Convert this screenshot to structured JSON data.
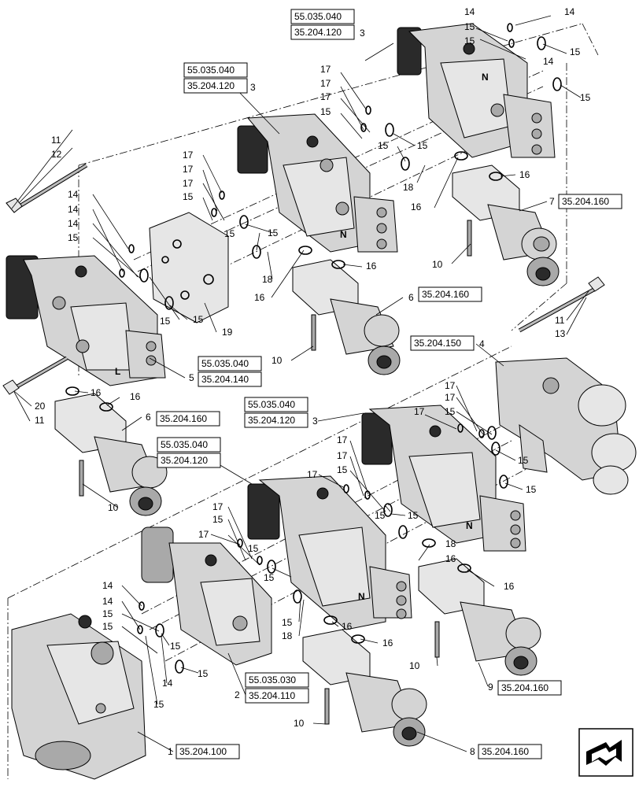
{
  "callouts": {
    "n1": "1",
    "n2": "2",
    "n3": "3",
    "n4": "4",
    "n5": "5",
    "n6": "6",
    "n7": "7",
    "n8": "8",
    "n9": "9",
    "n10": "10",
    "n11": "11",
    "n12": "12",
    "n13": "13",
    "n14": "14",
    "n15": "15",
    "n16": "16",
    "n17": "17",
    "n18": "18",
    "n19": "19",
    "n20": "20"
  },
  "refs": {
    "r_55035040": "55.035.040",
    "r_55035030": "55.035.030",
    "r_35204120": "35.204.120",
    "r_35204110": "35.204.110",
    "r_35204100": "35.204.100",
    "r_35204140": "35.204.140",
    "r_35204150": "35.204.150",
    "r_35204160": "35.204.160"
  },
  "valve_letter": "N",
  "valve_letter_alt": "L",
  "nav_icon": "next-page-arrow-icon"
}
